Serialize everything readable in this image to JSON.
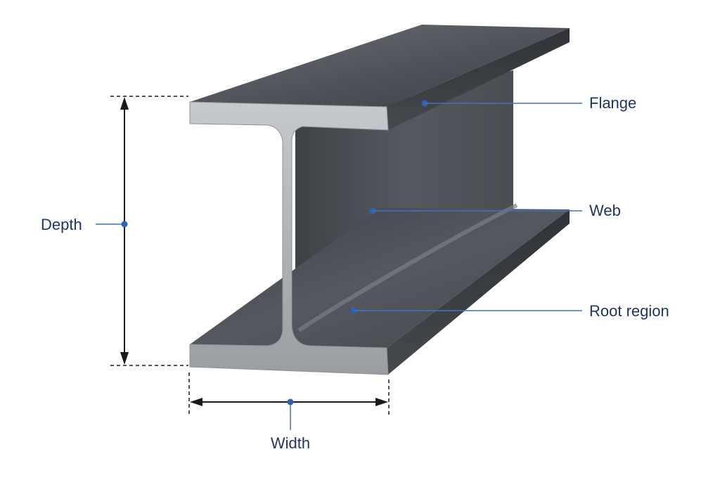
{
  "labels": {
    "flange": "Flange",
    "web": "Web",
    "root_region": "Root region",
    "depth": "Depth",
    "width": "Width"
  },
  "colors": {
    "leader": "#3f72c0",
    "dot": "#2f62b3",
    "text": "#1f3566",
    "dimension": "#1a1a1a"
  }
}
